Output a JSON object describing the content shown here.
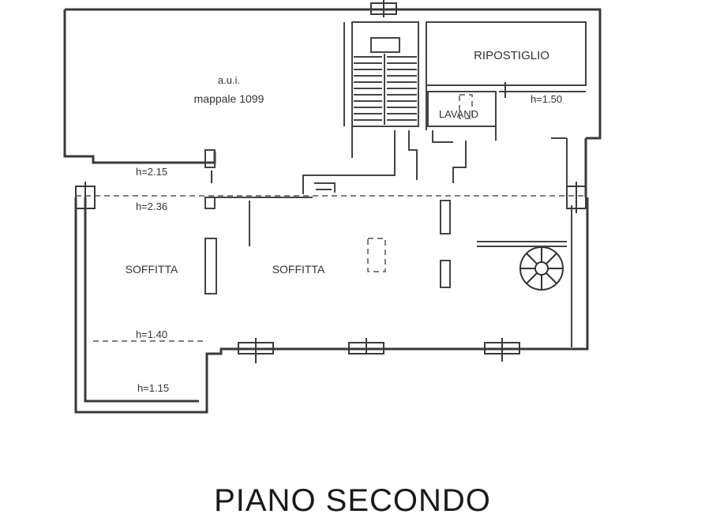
{
  "plan": {
    "title": "PIANO SECONDO",
    "rooms": {
      "parcel_line1": "a.u.i.",
      "parcel_line2": "mappale 1099",
      "ripostiglio": "RIPOSTIGLIO",
      "lavand": "LAVAND",
      "soffitta_left": "SOFFITTA",
      "soffitta_center": "SOFFITTA"
    },
    "heights": {
      "h_150": "h=1.50",
      "h_215": "h=2.15",
      "h_236": "h=2.36",
      "h_140": "h=1.40",
      "h_115": "h=1.15"
    },
    "colors": {
      "wall": "#3a3a3a",
      "line": "#555555",
      "fill": "#e9e9e9"
    }
  }
}
